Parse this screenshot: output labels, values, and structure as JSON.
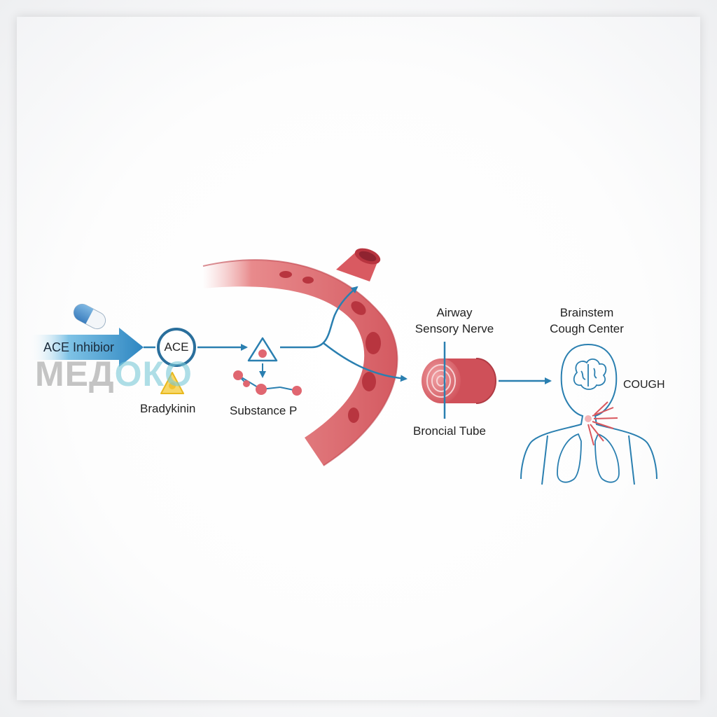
{
  "labels": {
    "ace_inhibitor": "ACE Inhibior",
    "ace": "ACE",
    "bradykinin": "Bradykinin",
    "substance_p": "Substance P",
    "airway_nerve_line1": "Airway",
    "airway_nerve_line2": "Sensory Nerve",
    "bronchial_tube": "Broncial Tube",
    "brainstem_line1": "Brainstem",
    "brainstem_line2": "Cough Center",
    "cough": "COUGH"
  },
  "watermark": {
    "part1": "МЕД",
    "part2": "ОКО"
  },
  "colors": {
    "pathway_blue": "#2a7fb0",
    "vessel_red": "#d9575e",
    "warning_yellow": "#f2c230",
    "molecule_red": "#e06670"
  },
  "icons": [
    "pill-icon",
    "warning-triangle-icon",
    "molecule-icon",
    "brain-icon",
    "lungs-icon"
  ]
}
